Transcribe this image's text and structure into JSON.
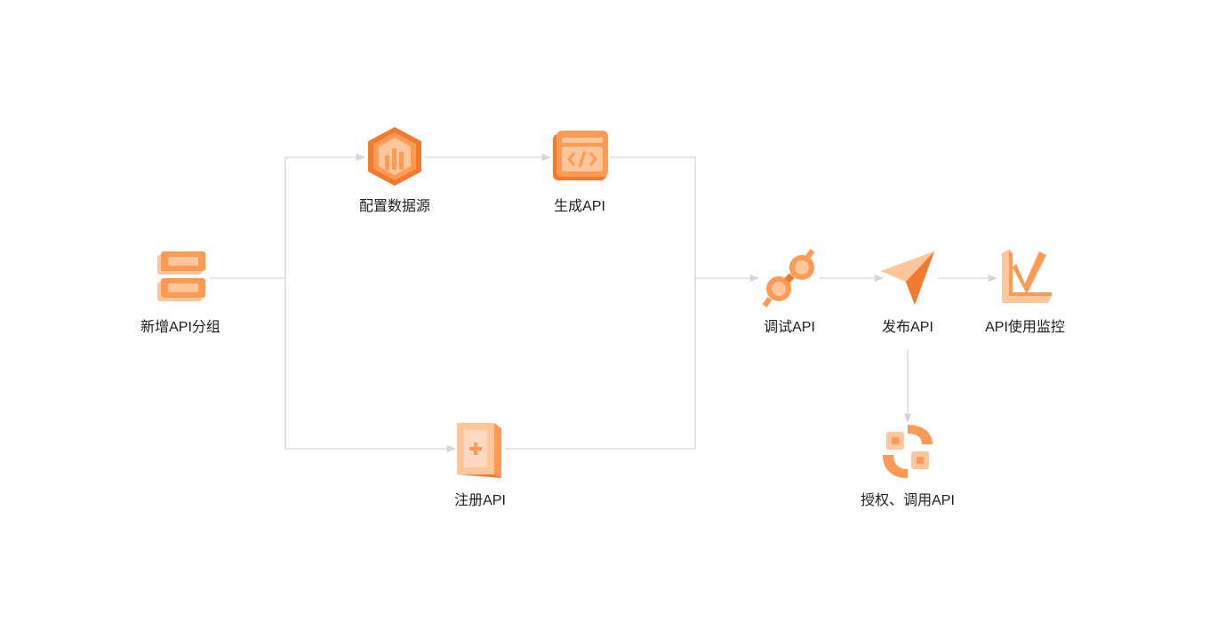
{
  "colors": {
    "connector": "#d6d6d6",
    "icon_front": "#ff9a55",
    "icon_light": "#ffc59b",
    "icon_dark": "#f07a2e",
    "label_text": "#1f1f1f"
  },
  "nodes": {
    "add_group": {
      "label": "新增API分组",
      "icon": "stacked-boxes-icon"
    },
    "config_ds": {
      "label": "配置数据源",
      "icon": "hexagon-chart-icon"
    },
    "gen_api": {
      "label": "生成API",
      "icon": "code-window-icon"
    },
    "register": {
      "label": "注册API",
      "icon": "register-door-icon"
    },
    "debug": {
      "label": "调试API",
      "icon": "plug-icon"
    },
    "publish": {
      "label": "发布API",
      "icon": "paper-plane-icon"
    },
    "monitor": {
      "label": "API使用监控",
      "icon": "trend-chart-icon"
    },
    "auth": {
      "label": "授权、调用API",
      "icon": "authorize-icon"
    }
  }
}
